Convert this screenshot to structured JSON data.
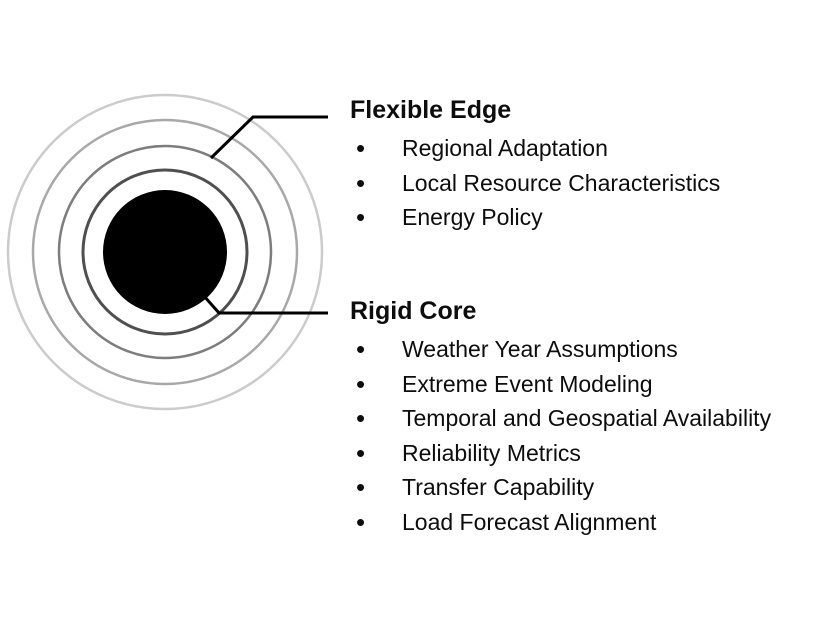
{
  "diagram": {
    "description": "Concentric circles: solid black rigid core with progressively lighter flexible edge rings",
    "core_color": "#000000",
    "callout_color": "#000000",
    "rings": [
      {
        "name": "inner-ring",
        "color": "#4f4f4f"
      },
      {
        "name": "second-ring",
        "color": "#7d7d7d"
      },
      {
        "name": "third-ring",
        "color": "#a8a8a8"
      },
      {
        "name": "outer-ring",
        "color": "#cbcbcb"
      }
    ]
  },
  "sections": {
    "flexible_edge": {
      "title": "Flexible Edge",
      "items": [
        "Regional Adaptation",
        "Local Resource Characteristics",
        "Energy Policy"
      ]
    },
    "rigid_core": {
      "title": "Rigid Core",
      "items": [
        "Weather Year Assumptions",
        "Extreme Event Modeling",
        "Temporal and Geospatial Availability",
        "Reliability Metrics",
        "Transfer Capability",
        "Load Forecast Alignment"
      ]
    }
  }
}
